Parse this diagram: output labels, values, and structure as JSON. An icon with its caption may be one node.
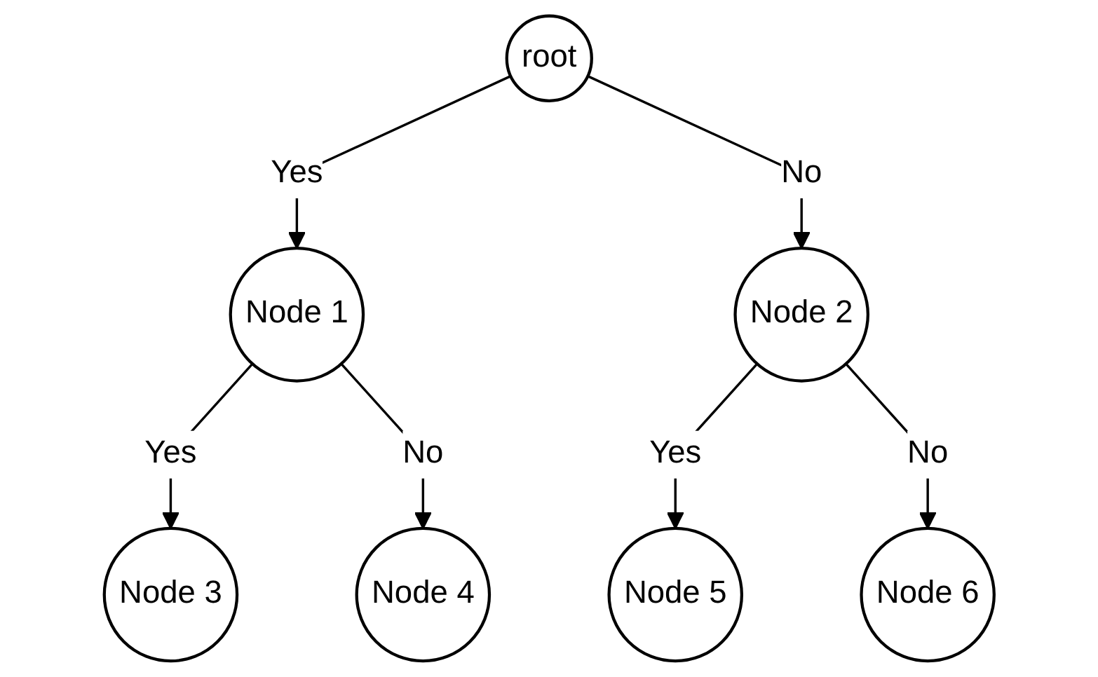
{
  "diagram": {
    "nodes": [
      {
        "text": [
          "root"
        ]
      },
      {
        "text": [
          "Node 1"
        ]
      },
      {
        "text": [
          "Node 2"
        ]
      },
      {
        "text": [
          "Node 3"
        ]
      },
      {
        "text": [
          "Node 4"
        ]
      },
      {
        "text": [
          "Node 5"
        ]
      },
      {
        "text": [
          "Node 6"
        ]
      }
    ],
    "edges": [
      {
        "from": 0,
        "to": 1,
        "arrow": "to",
        "label": "Yes"
      },
      {
        "from": 0,
        "to": 2,
        "arrow": "to",
        "label": "No"
      },
      {
        "from": 1,
        "to": 3,
        "arrow": "to",
        "label": "Yes"
      },
      {
        "from": 1,
        "to": 4,
        "arrow": "to",
        "label": "No"
      },
      {
        "from": 2,
        "to": 5,
        "arrow": "to",
        "label": "Yes"
      },
      {
        "from": 2,
        "to": 6,
        "arrow": "to",
        "label": "No"
      }
    ]
  }
}
